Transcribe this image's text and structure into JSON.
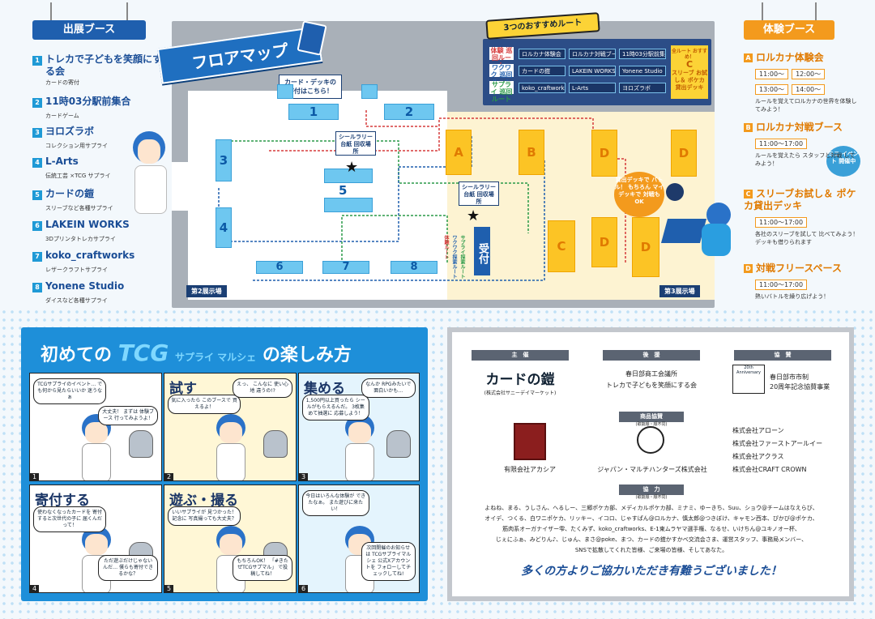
{
  "left_header": "出展ブース",
  "booths": [
    {
      "num": "1",
      "name": "トレカで子どもを笑顔にする会",
      "sub": "カードの寄付"
    },
    {
      "num": "2",
      "name": "11時03分駅前集合",
      "sub": "カードゲーム"
    },
    {
      "num": "3",
      "name": "ヨロズラボ",
      "sub": "コレクション用サプライ"
    },
    {
      "num": "4",
      "name": "L-Arts",
      "sub": "伝統工芸 ×TCG サプライ"
    },
    {
      "num": "5",
      "name": "カードの鎧",
      "sub": "スリーブなど各種サプライ"
    },
    {
      "num": "6",
      "name": "LAKEIN WORKS",
      "sub": "3Dプリンタトレカサプライ"
    },
    {
      "num": "7",
      "name": "koko_craftworks",
      "sub": "レザークラフトサプライ"
    },
    {
      "num": "8",
      "name": "Yonene Studio",
      "sub": "ダイスなど各種サプライ"
    }
  ],
  "map": {
    "title": "フロアマップ",
    "hall2": "第2展示場",
    "hall3": "第3展示場",
    "donation_callout": "カード・デッキの 寄付はこちら！",
    "sticker_callout_1": "シールラリー 台紙 回収場所",
    "sticker_callout_2": "シールラリー 台紙 回収場所",
    "reception": "受付",
    "lending_callout": "貸出デッキで バトル！ もちろん マイデッキで 対戦もOK",
    "mini_event": "ミニ イベント 開催中",
    "booth_labels": [
      "1",
      "2",
      "3",
      "4",
      "5",
      "6",
      "7",
      "8"
    ],
    "area_labels": [
      "A",
      "B",
      "C",
      "D",
      "D",
      "D",
      "D"
    ],
    "route_labels": [
      "体験ルート",
      "ワクワク探索ルート",
      "サプライ探索ルート"
    ]
  },
  "routes_panel": {
    "title": "3つのおすすめルート",
    "rows": [
      {
        "label": "体験 巡回ルート",
        "cells": [
          "ロルカナ体験会",
          "ロルカナ対戦ブース",
          "11時03分駅前集合"
        ]
      },
      {
        "label": "ワクワク 巡回ルート",
        "cells": [
          "カードの鎧",
          "LAKEIN WORKS",
          "Yonene Studio"
        ]
      },
      {
        "label": "サプライ 巡回ルート",
        "cells": [
          "koko_craftworks",
          "L-Arts",
          "ヨロズラボ"
        ]
      }
    ],
    "c_note_head": "全ルート おすすめ！",
    "c_note_letter": "C",
    "c_note": "スリーブ お試し＆ ポケカ 貸出デッキ"
  },
  "right_header": "体験ブース",
  "experiences": [
    {
      "letter": "A",
      "title": "ロルカナ体験会",
      "times": [
        "11:00～",
        "12:00～",
        "13:00～",
        "14:00～"
      ],
      "desc": "ルールを覚えてロルカナの世界を体験してみよう！"
    },
    {
      "letter": "B",
      "title": "ロルカナ対戦ブース",
      "times": [
        "11:00～17:00"
      ],
      "desc": "ルールを覚えたら スタッフと対戦 してみよう！"
    },
    {
      "letter": "C",
      "title": "スリーブお試し＆ ポケカ貸出デッキ",
      "times": [
        "11:00～17:00"
      ],
      "desc": "各社のスリーブを試して 比べてみよう！ デッキも借りられます"
    },
    {
      "letter": "D",
      "title": "対戦フリースペース",
      "times": [
        "11:00～17:00"
      ],
      "desc": "熱いバトルを繰り広げよう！"
    }
  ],
  "manga": {
    "title_pre": "初めての",
    "title_tcg": "TCG",
    "title_mid": "サプライ マルシェ",
    "title_post": "の楽しみ方",
    "panels": [
      {
        "num": "1",
        "title": "",
        "bubbles": [
          "TCGサプライのイベント… でも何から見たらいいか 迷うなぁ",
          "大丈夫！ まずは 体験ブース 行ってみようよ！"
        ]
      },
      {
        "num": "2",
        "title": "試す",
        "bubbles": [
          "気に入ったら このブースで 買えるよ！",
          "えっ、 こんなに 使い心地 違うの!?"
        ]
      },
      {
        "num": "3",
        "title": "集める",
        "bubbles": [
          "1,500円以上買ったら シールがもらえるんだ。 3枚集めて抽選に 応募しよう！",
          "なんか RPGみたいで 面白いかも…"
        ]
      },
      {
        "num": "4",
        "title": "寄付する",
        "bubbles": [
          "使わなくなったカードを 寄付すると次世代の子に 届くんだって！",
          "ただ遊ぶだけじゃないんだ… 僕らも寄付できるかな？"
        ]
      },
      {
        "num": "5",
        "title": "遊ぶ・撮る",
        "bubbles": [
          "いいサプライが 見つかった！記念に 写真撮っても大丈夫？",
          "もちろんOK！ 「#きたぜTCGサプマル」 で投稿してね！"
        ]
      },
      {
        "num": "6",
        "title": "",
        "bubbles": [
          "今日はいろんな体験が できたなぁ。 また遊びに来たい！",
          "次回開催のお知らせは TCGサプライマルシェ 公式Xアカウントを フォローしてチェックしてね!"
        ]
      }
    ]
  },
  "credits": {
    "organizer_h": "主　催",
    "organizer_logo": "カードの鎧",
    "organizer": "(株式会社サニーデイマーケット)",
    "support_h": "後　援",
    "support_1": "春日部商工会議所",
    "support_2": "トレカで子どもを笑顔にする会",
    "sponsor_h": "協　賛",
    "sponsor_badge": "20th Anniversary",
    "sponsor_1": "春日部市市制",
    "sponsor_2": "20周年記念協賛事業",
    "goods_h": "商品協賛",
    "goods_sub": "(取扱順・順不同)",
    "goods_1": "有限会社アカシア",
    "goods_2": "ジャパン・マルチハンターズ株式会社",
    "goods_list": [
      "株式会社アローン",
      "株式会社ファーストアールイー",
      "株式会社アクラス",
      "株式会社CRAFT CROWN"
    ],
    "coop_h": "協　力",
    "coop_sub": "(取扱順・順不同)",
    "coop_lines": [
      "よねね、まる、うしさん、へるしー、三郷ポケカ部、メディカルポケカ部、ミナミ、ゆーきち、Suu、ショウ@チームはなえらび、",
      "オイデ、つくる、白ワニポケカ、リッキー、イコロ、じゃすぱん@ロルカナ、慎太郎@つきぼけ、キャモン西本、ぴかび@ポケカ、",
      "筋肉系オーガナイザー雫、たくみず、koko_craftworks、E-1東ムラヤマ選手権、なるせ、いけちん@ユキノオー杯、",
      "じぇにふぁ、みどりん♪、じゅん、まさ@poke、まつ、カードの鎧かすかべ交流会さま、運営スタッフ、事務局メンバー、",
      "SNSで拡散してくれた皆様、ご来場の皆様、そしてあなた。"
    ],
    "thanks": "多くの方よりご協力いただき有難うございました！"
  }
}
